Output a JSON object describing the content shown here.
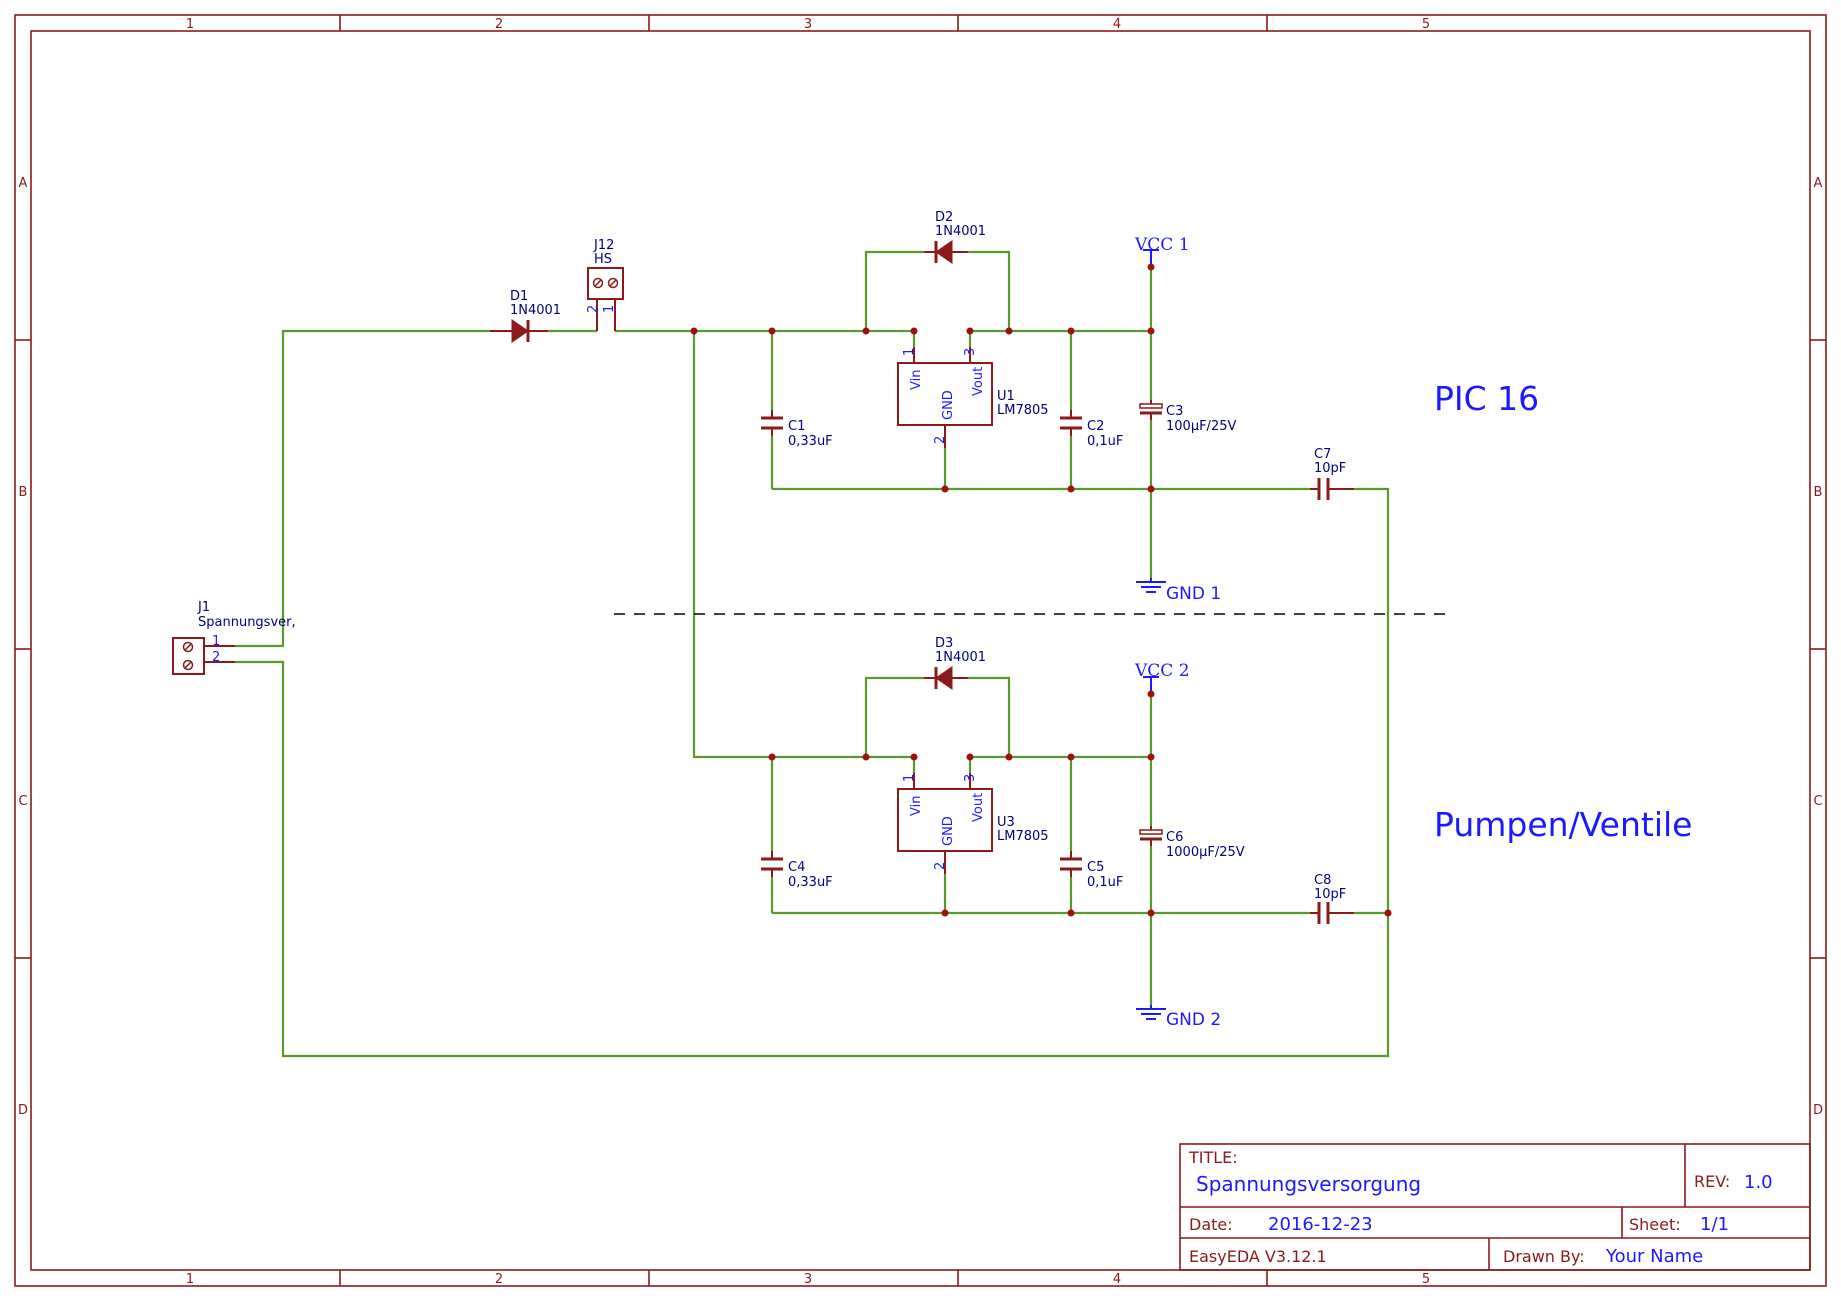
{
  "zones": {
    "columns": [
      "1",
      "2",
      "3",
      "4",
      "5"
    ],
    "rows": [
      "A",
      "B",
      "C",
      "D"
    ]
  },
  "sections": {
    "top": "PIC 16",
    "bottom": "Pumpen/Ventile"
  },
  "nets": {
    "vcc1": "VCC 1",
    "vcc2": "VCC 2",
    "gnd1": "GND 1",
    "gnd2": "GND 2"
  },
  "components": {
    "J1": {
      "ref": "J1",
      "value": "Spannungsver,",
      "pin1": "1",
      "pin2": "2"
    },
    "J12": {
      "ref": "J12",
      "value": "HS",
      "pin1": "1",
      "pin2": "2"
    },
    "D1": {
      "ref": "D1",
      "value": "1N4001"
    },
    "D2": {
      "ref": "D2",
      "value": "1N4001"
    },
    "D3": {
      "ref": "D3",
      "value": "1N4001"
    },
    "U1": {
      "ref": "U1",
      "value": "LM7805",
      "vin": "Vin",
      "gnd": "GND",
      "vout": "Vout",
      "p1": "1",
      "p2": "2",
      "p3": "3"
    },
    "U3": {
      "ref": "U3",
      "value": "LM7805",
      "vin": "Vin",
      "gnd": "GND",
      "vout": "Vout",
      "p1": "1",
      "p2": "2",
      "p3": "3"
    },
    "C1": {
      "ref": "C1",
      "value": "0,33uF"
    },
    "C2": {
      "ref": "C2",
      "value": "0,1uF"
    },
    "C3": {
      "ref": "C3",
      "value": "100µF/25V"
    },
    "C4": {
      "ref": "C4",
      "value": "0,33uF"
    },
    "C5": {
      "ref": "C5",
      "value": "0,1uF"
    },
    "C6": {
      "ref": "C6",
      "value": "1000µF/25V"
    },
    "C7": {
      "ref": "C7",
      "value": "10pF"
    },
    "C8": {
      "ref": "C8",
      "value": "10pF"
    }
  },
  "title_block": {
    "title_label": "TITLE:",
    "title": "Spannungsversorgung",
    "rev_label": "REV:",
    "rev": "1.0",
    "date_label": "Date:",
    "date": "2016-12-23",
    "sheet_label": "Sheet:",
    "sheet": "1/1",
    "tool": "EasyEDA V3.12.1",
    "drawn_label": "Drawn By:",
    "drawn_by": "Your Name"
  },
  "colors": {
    "frame": "#8b1a1a",
    "wire": "#5a9a2a",
    "label_text": "#1a1aff",
    "junction": "#a01010"
  }
}
